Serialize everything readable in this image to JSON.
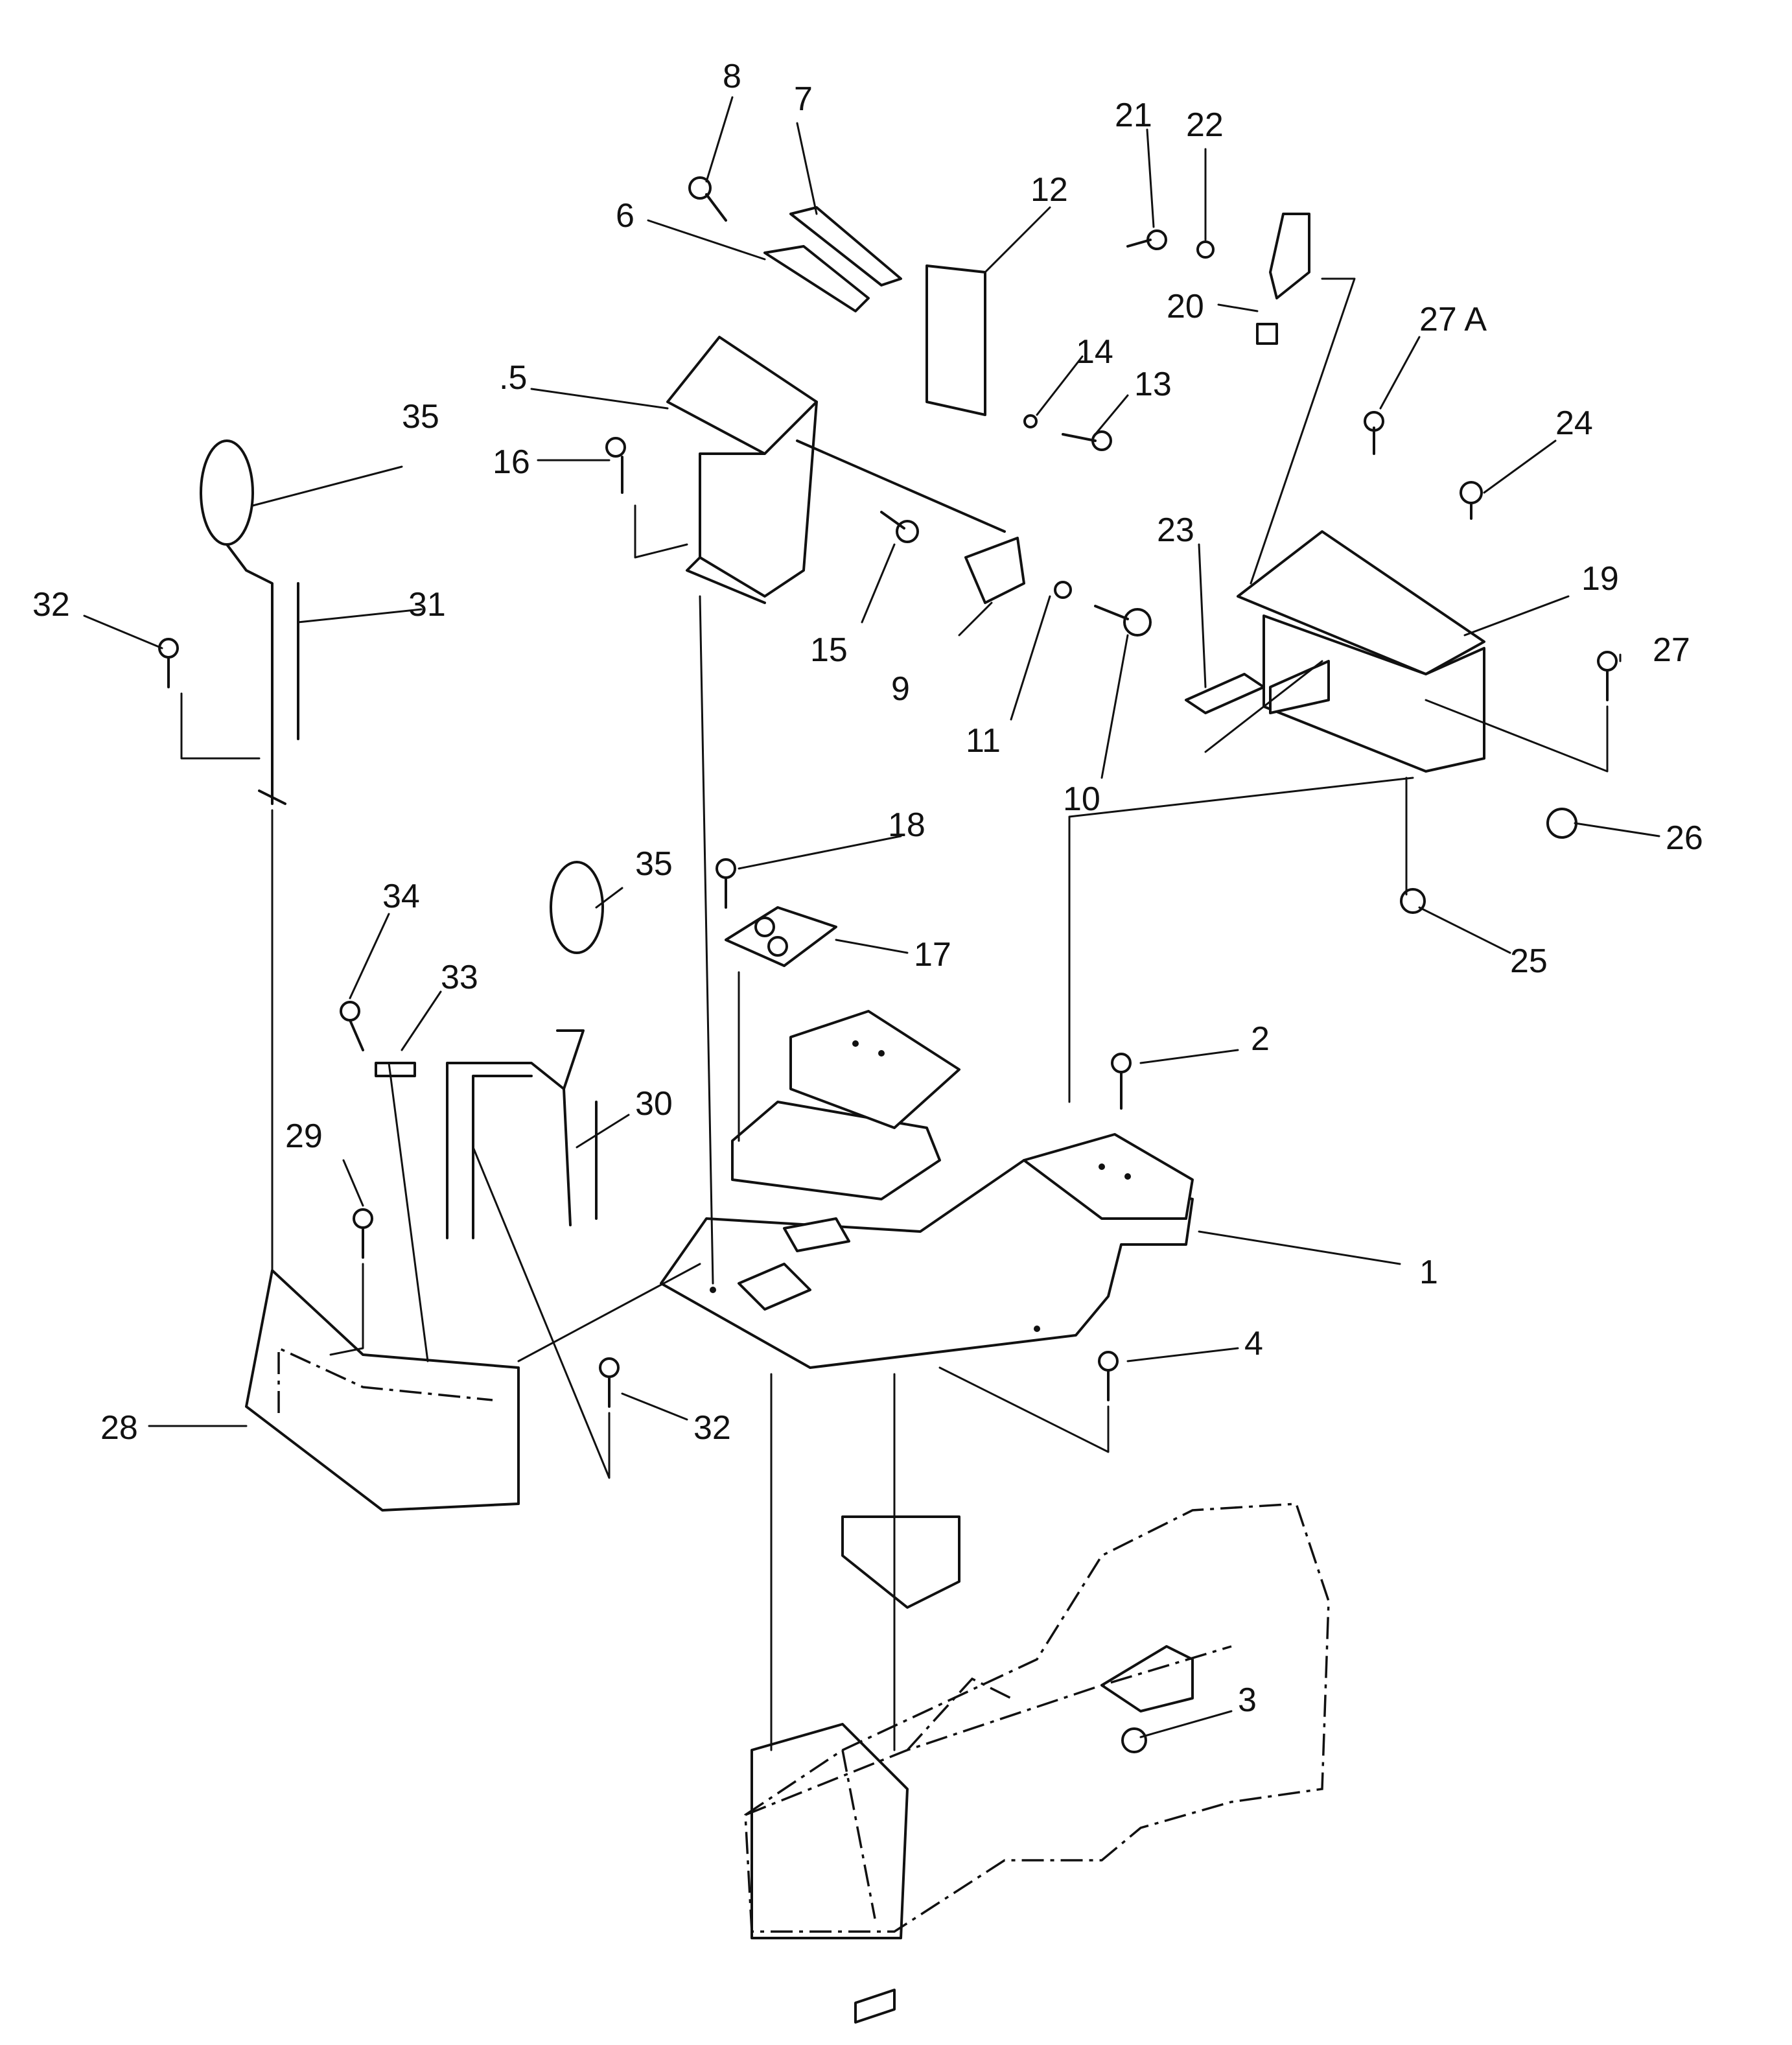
{
  "callouts": [
    "1",
    "2",
    "3",
    "4",
    ".5",
    "6",
    "7",
    "8",
    "9",
    "10",
    "11",
    "12",
    "13",
    "14",
    "15",
    "16",
    "17",
    "18",
    "19",
    "20",
    "21",
    "22",
    "23",
    "24",
    "25",
    "26",
    "27",
    "27 A",
    "28",
    "29",
    "30",
    "31",
    "32",
    "32",
    "33",
    "34",
    "35",
    "35"
  ]
}
